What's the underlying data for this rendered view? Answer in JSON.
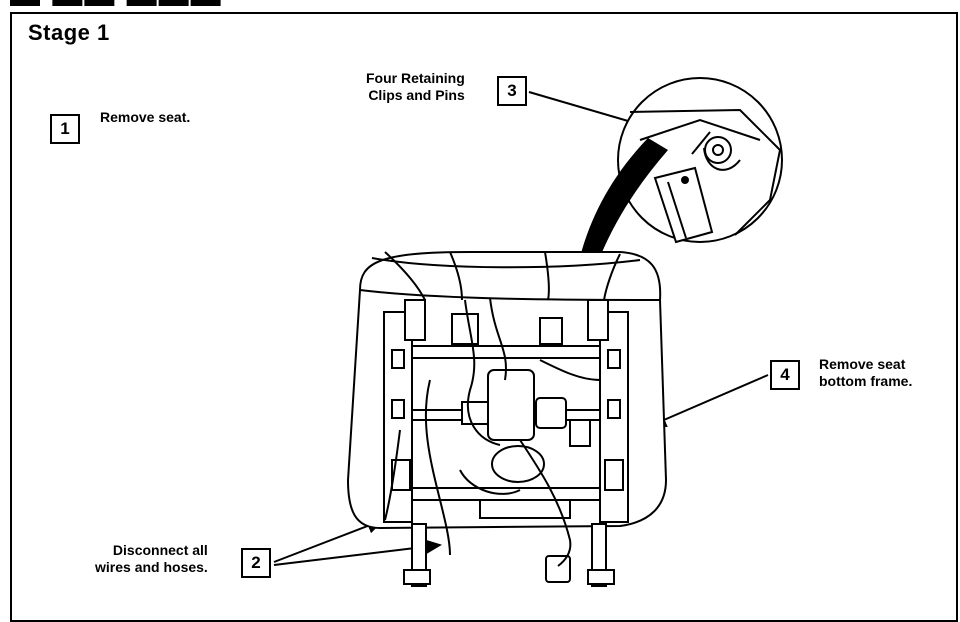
{
  "stage": {
    "title": "Stage 1"
  },
  "steps": [
    {
      "number": "1",
      "text": "Remove seat."
    },
    {
      "number": "2",
      "text": "Disconnect all\nwires and hoses."
    },
    {
      "number": "3",
      "text": "Four Retaining\nClips and Pins"
    },
    {
      "number": "4",
      "text": "Remove seat\nbottom frame."
    }
  ]
}
